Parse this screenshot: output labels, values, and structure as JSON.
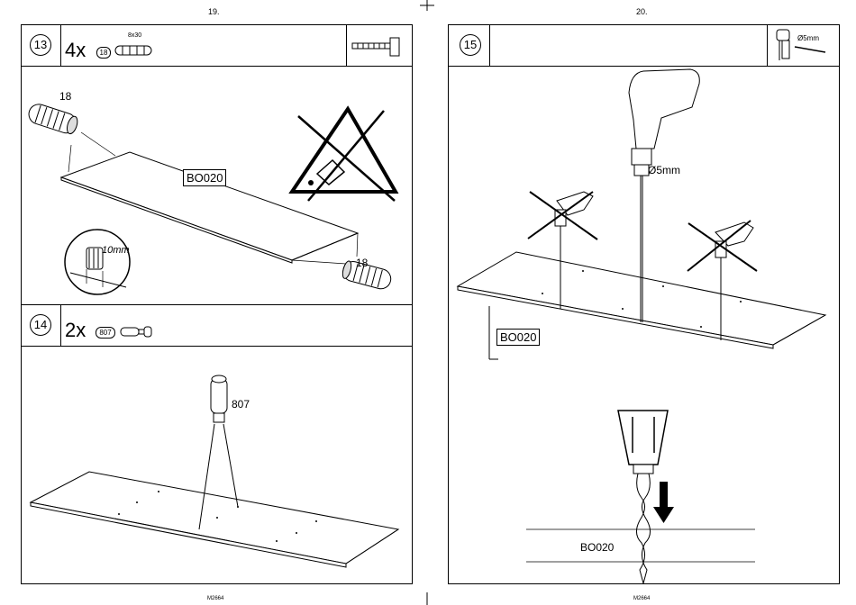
{
  "pages": {
    "left_number": "19.",
    "right_number": "20.",
    "left_footer": "M2664",
    "right_footer": "M2664"
  },
  "step13": {
    "number": "13",
    "qty": "4x",
    "part_badge": "18",
    "part_size": "8x30",
    "label_dowel_top": "18",
    "label_dowel_bottom": "18",
    "panel_label": "BO020",
    "depth_label": "10mm",
    "tool_icon": "hammer-icon",
    "warning_icon": "no-glue-icon"
  },
  "step14": {
    "number": "14",
    "qty": "2x",
    "part_badge": "807",
    "part_label": "807"
  },
  "step15": {
    "number": "15",
    "tool_label": "Ø5mm",
    "drill_label": "Ø5mm",
    "panel_label": "BO020",
    "cross_label": "BO020",
    "tool_icon": "drill-icon"
  }
}
